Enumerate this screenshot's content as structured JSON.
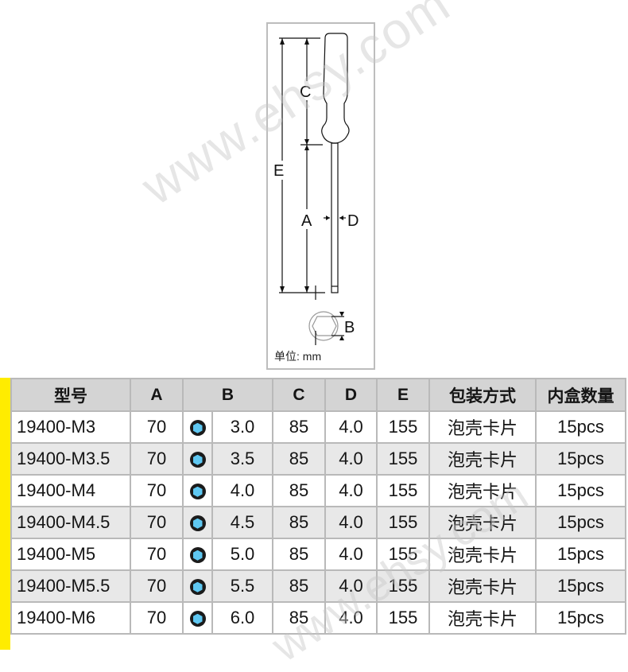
{
  "diagram": {
    "labels": {
      "C": "C",
      "E": "E",
      "A": "A",
      "D": "D",
      "B": "B"
    },
    "unit_label": "单位: mm"
  },
  "watermark": "www.ehsy.com",
  "accent_colors": {
    "side_bar": "#ffec00",
    "hex_fill": "#5fc8f2",
    "header_bg": "#d4d4d4",
    "alt_row_bg": "#e8e8e8"
  },
  "table": {
    "headers": [
      "型号",
      "A",
      "B",
      "C",
      "D",
      "E",
      "包装方式",
      "内盒数量"
    ],
    "rows": [
      {
        "model": "19400-M3",
        "A": "70",
        "B_icon": "hex-socket-icon",
        "B": "3.0",
        "C": "85",
        "D": "4.0",
        "E": "155",
        "packaging": "泡壳卡片",
        "qty": "15pcs"
      },
      {
        "model": "19400-M3.5",
        "A": "70",
        "B_icon": "hex-socket-icon",
        "B": "3.5",
        "C": "85",
        "D": "4.0",
        "E": "155",
        "packaging": "泡壳卡片",
        "qty": "15pcs"
      },
      {
        "model": "19400-M4",
        "A": "70",
        "B_icon": "hex-socket-icon",
        "B": "4.0",
        "C": "85",
        "D": "4.0",
        "E": "155",
        "packaging": "泡壳卡片",
        "qty": "15pcs"
      },
      {
        "model": "19400-M4.5",
        "A": "70",
        "B_icon": "hex-socket-icon",
        "B": "4.5",
        "C": "85",
        "D": "4.0",
        "E": "155",
        "packaging": "泡壳卡片",
        "qty": "15pcs"
      },
      {
        "model": "19400-M5",
        "A": "70",
        "B_icon": "hex-socket-icon",
        "B": "5.0",
        "C": "85",
        "D": "4.0",
        "E": "155",
        "packaging": "泡壳卡片",
        "qty": "15pcs"
      },
      {
        "model": "19400-M5.5",
        "A": "70",
        "B_icon": "hex-socket-icon",
        "B": "5.5",
        "C": "85",
        "D": "4.0",
        "E": "155",
        "packaging": "泡壳卡片",
        "qty": "15pcs"
      },
      {
        "model": "19400-M6",
        "A": "70",
        "B_icon": "hex-socket-icon",
        "B": "6.0",
        "C": "85",
        "D": "4.0",
        "E": "155",
        "packaging": "泡壳卡片",
        "qty": "15pcs"
      }
    ]
  }
}
